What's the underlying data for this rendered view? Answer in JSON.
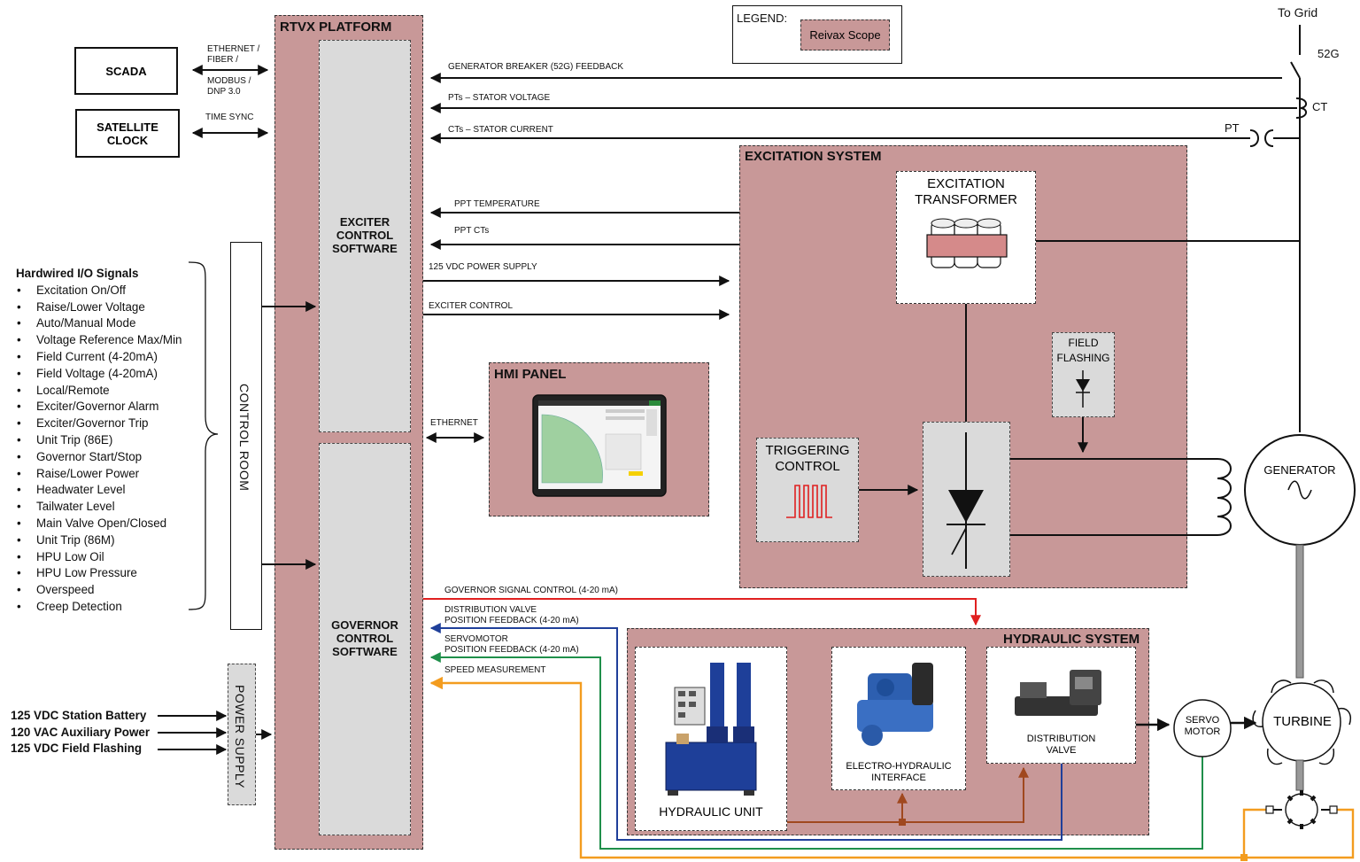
{
  "external": {
    "scada": "SCADA",
    "satellite_clock_1": "SATELLITE",
    "satellite_clock_2": "CLOCK",
    "eth_fiber_1": "ETHERNET /",
    "eth_fiber_2": "FIBER /",
    "modbus_1": "MODBUS /",
    "modbus_2": "DNP 3.0",
    "time_sync": "TIME SYNC"
  },
  "legend": {
    "title": "LEGEND:",
    "scope": "Reivax Scope"
  },
  "rtvx": {
    "title": "RTVX PLATFORM",
    "exciter_sw": [
      "EXCITER",
      "CONTROL",
      "SOFTWARE"
    ],
    "governor_sw": [
      "GOVERNOR",
      "CONTROL",
      "SOFTWARE"
    ]
  },
  "signals": {
    "breaker": "GENERATOR BREAKER (52G) FEEDBACK",
    "pts": "PTs – STATOR VOLTAGE",
    "cts": "CTs – STATOR CURRENT",
    "ppt_temp": "PPT TEMPERATURE",
    "ppt_cts": "PPT CTs",
    "vdc_supply": "125 VDC POWER SUPPLY",
    "exciter_control": "EXCITER CONTROL",
    "ethernet": "ETHERNET",
    "gov_signal": "GOVERNOR SIGNAL CONTROL (4-20 mA)",
    "dist_valve_1": "DISTRIBUTION VALVE",
    "dist_valve_2": "POSITION FEEDBACK (4-20 mA)",
    "servo_fb_1": "SERVOMOTOR",
    "servo_fb_2": "POSITION FEEDBACK (4-20 mA)",
    "speed": "SPEED MEASUREMENT"
  },
  "grid": {
    "to_grid": "To Grid",
    "breaker": "52G",
    "ct": "CT",
    "pt": "PT"
  },
  "excitation": {
    "title": "EXCITATION SYSTEM",
    "transformer_1": "EXCITATION",
    "transformer_2": "TRANSFORMER",
    "field_flashing_1": "FIELD",
    "field_flashing_2": "FLASHING",
    "triggering_1": "TRIGGERING",
    "triggering_2": "CONTROL"
  },
  "hmi": {
    "title": "HMI PANEL"
  },
  "hydraulic": {
    "title": "HYDRAULIC SYSTEM",
    "unit": "HYDRAULIC UNIT",
    "ehi_1": "ELECTRO-HYDRAULIC",
    "ehi_2": "INTERFACE",
    "valve_1": "DISTRIBUTION",
    "valve_2": "VALVE"
  },
  "machines": {
    "generator": "GENERATOR",
    "servo_1": "SERVO",
    "servo_2": "MOTOR",
    "turbine": "TURBINE"
  },
  "control_room": "CONTROL ROOM",
  "power_supply": "POWER SUPPLY",
  "io": {
    "header": "Hardwired I/O Signals",
    "items": [
      "Excitation On/Off",
      "Raise/Lower Voltage",
      "Auto/Manual Mode",
      "Voltage Reference Max/Min",
      "Field Current (4-20mA)",
      "Field Voltage (4-20mA)",
      "Local/Remote",
      "Exciter/Governor Alarm",
      "Exciter/Governor Trip",
      "Unit Trip (86E)",
      "Governor Start/Stop",
      "Raise/Lower Power",
      "Headwater Level",
      "Tailwater Level",
      "Main Valve Open/Closed",
      "Unit Trip (86M)",
      "HPU Low Oil",
      "HPU Low Pressure",
      "Overspeed",
      "Creep Detection"
    ]
  },
  "power_inputs": [
    "125 VDC Station Battery",
    "120 VAC Auxiliary Power",
    "125 VDC Field Flashing"
  ],
  "colors": {
    "scope_fill": "#c89898",
    "software_fill": "#dadada",
    "gov_signal": "#e02020",
    "dist_feedback": "#1f3f9a",
    "servo_feedback": "#1f8f4a",
    "speed": "#f39c1f",
    "hydraulic_link": "#a0481f"
  }
}
